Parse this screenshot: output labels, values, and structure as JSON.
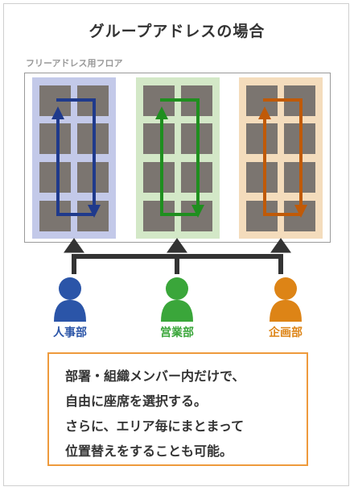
{
  "title": "グループアドレスの場合",
  "floor_label": "フリーアドレス用フロア",
  "teams": [
    {
      "name": "人事部",
      "color": "#2b55a8",
      "zone_color": "#c3c9e9",
      "arrow_color": "#1f3a8c"
    },
    {
      "name": "営業部",
      "color": "#3aa63a",
      "zone_color": "#d3e8c7",
      "arrow_color": "#1f8f1f"
    },
    {
      "name": "企画部",
      "color": "#dd8416",
      "zone_color": "#f4dcbc",
      "arrow_color": "#c05a08"
    }
  ],
  "seat_color": "#7b7570",
  "connector_color": "#333333",
  "note_lines": [
    "部署・組織メンバー内だけで、",
    "自由に座席を選択する。",
    "さらに、エリア毎にまとまって",
    "位置替えをすることも可能。"
  ]
}
